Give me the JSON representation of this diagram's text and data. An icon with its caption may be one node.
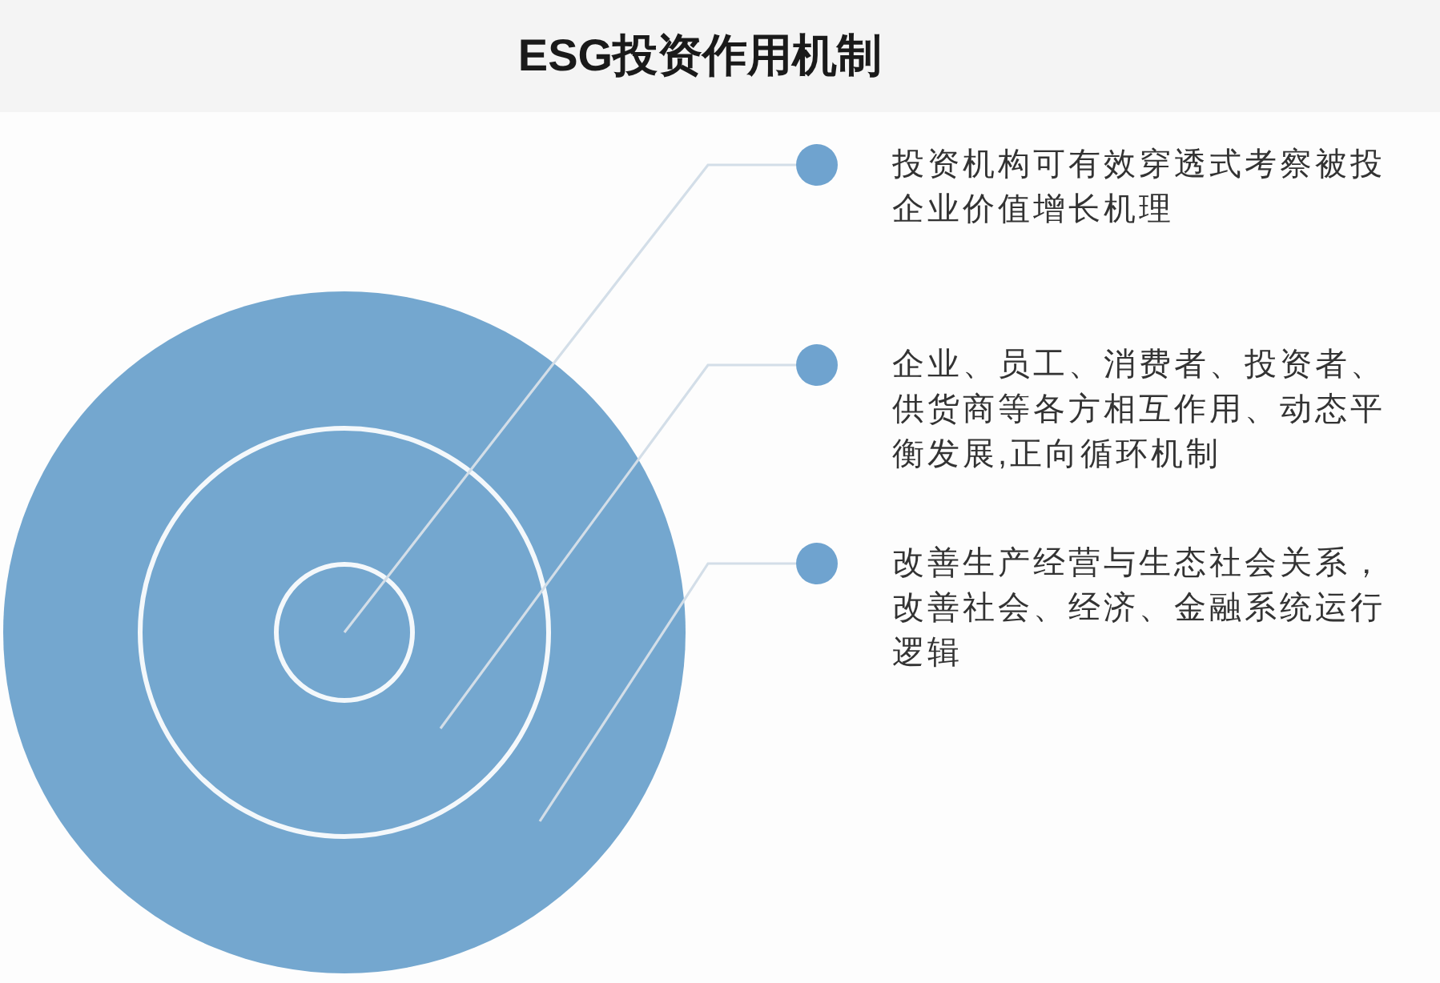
{
  "diagram": {
    "title": "ESG投资作用机制",
    "nodes": [
      {
        "text": [],
        "shape": "circle"
      },
      {
        "text": [],
        "shape": "circle",
        "in": 0
      },
      {
        "text": [],
        "shape": "circle",
        "in": 1
      },
      {
        "text": [
          "投资机构可有效穿透式考察被投企业价值增长机理"
        ]
      },
      {
        "text": [
          "企业、员工、消费者、投资者、供货商等各方相互作用、动态平衡发展,正向循环机制"
        ]
      },
      {
        "text": [
          "改善生产经营与生态社会关系，改善社会、经济、金融系统运行逻辑"
        ]
      }
    ],
    "edges": [
      {
        "from": 3,
        "to": 2,
        "arrow": "none"
      },
      {
        "from": 4,
        "to": 1,
        "arrow": "none"
      },
      {
        "from": 5,
        "to": 0,
        "arrow": "none"
      }
    ]
  }
}
